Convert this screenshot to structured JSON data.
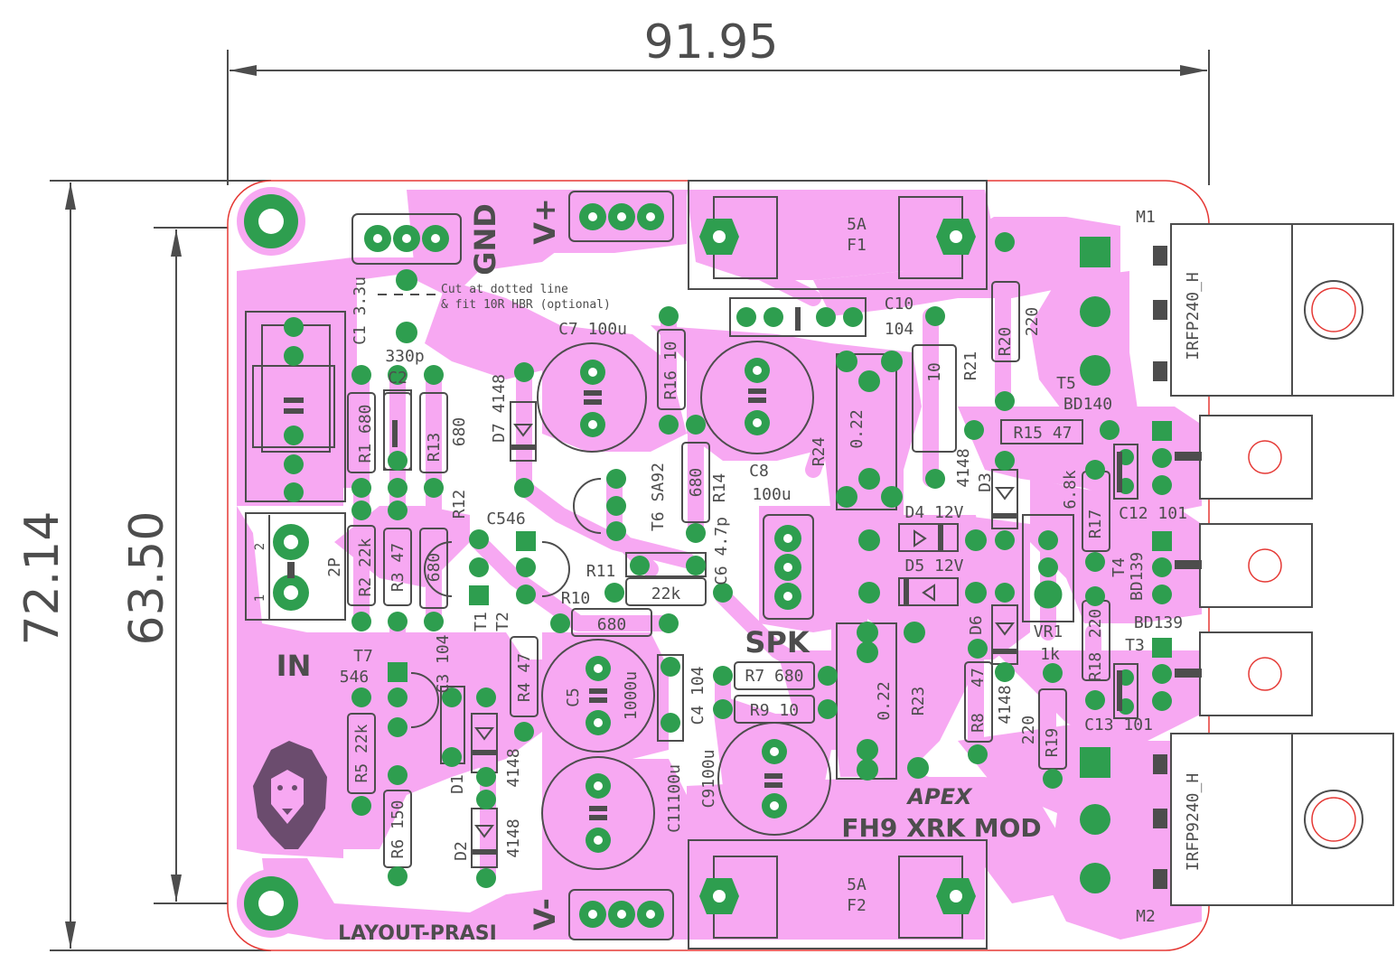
{
  "dimensions": {
    "width": "91.95",
    "height_outer": "72.14",
    "height_inner": "63.50"
  },
  "connectors": {
    "gnd": "GND",
    "vplus": "V+",
    "vminus": "V-",
    "spk": "SPK",
    "input": "IN",
    "input_pins": "2P",
    "pin1": "1",
    "pin2": "2"
  },
  "notes": {
    "cut_line1": "Cut at dotted line",
    "cut_line2": "& fit 10R HBR (optional)"
  },
  "fuses": [
    {
      "ref": "F1",
      "value": "5A"
    },
    {
      "ref": "F2",
      "value": "5A"
    }
  ],
  "branding": {
    "logo_text": "APEX",
    "board_name": "FH9 XRK MOD",
    "credit": "LAYOUT-PRASI"
  },
  "mosfets": [
    {
      "ref": "M1",
      "part": "IRFP240_H"
    },
    {
      "ref": "M2",
      "part": "IRFP9240_H"
    }
  ],
  "transistors": [
    {
      "ref": "T5",
      "part": "BD140"
    },
    {
      "ref": "T4",
      "part": "BD139"
    },
    {
      "ref": "T3",
      "part": "BD139"
    },
    {
      "ref": "T6",
      "part": "SA92"
    },
    {
      "ref": "T7",
      "part": "546"
    },
    {
      "ref": "T1",
      "part": ""
    },
    {
      "ref": "T2",
      "part": ""
    },
    {
      "ref": "C546",
      "part": ""
    }
  ],
  "capacitors": {
    "c1": "C1 3.3u",
    "c2_val": "330p",
    "c2": "C2",
    "c3": "C3 104",
    "c4": "C4 104",
    "c5": "C5",
    "c5_val": "1000u",
    "c6": "C6 4.7p",
    "c7": "C7 100u",
    "c8": "C8",
    "c8_val": "100u",
    "c9": "C9100u",
    "c10": "C10",
    "c10_val": "104",
    "c11": "C11100u",
    "c12": "C12 101",
    "c13": "C13 101"
  },
  "resistors": {
    "r1": "R1 680",
    "r2": "R2 22k",
    "r3": "R3 47",
    "r4": "R4 47",
    "r5": "R5 22k",
    "r6": "R6 150",
    "r7": "R7 680",
    "r8": "R8",
    "r8_val": "47",
    "r9": "R9 10",
    "r10": "R10",
    "r10_val": "680",
    "r11": "R11",
    "r11_val": "22k",
    "r12": "R12",
    "r12_val": "680",
    "r13": "R13",
    "r13_val": "680",
    "r14": "R14",
    "r14_val": "680",
    "r15": "R15 47",
    "r16": "R16 10",
    "r17": "R17",
    "r17_val": "6.8k",
    "r18": "R18",
    "r18_val": "220",
    "r19": "R19",
    "r19_val": "220",
    "r20": "R20",
    "r20_val": "220",
    "r21": "R21",
    "r21_val": "10",
    "r23": "R23",
    "r23_val": "0.22",
    "r24": "R24",
    "r24_val": "0.22"
  },
  "diodes": {
    "d1": "D1",
    "d1_val": "4148",
    "d2": "D2",
    "d2_val": "4148",
    "d3": "D3",
    "d3_val": "4148",
    "d4": "D4 12V",
    "d5": "D5 12V",
    "d6": "D6",
    "d6_val": "4148",
    "d7": "D7 4148"
  },
  "trimmer": {
    "ref": "VR1",
    "value": "1k"
  },
  "colors": {
    "copper": "#f7a8f2",
    "pad": "#2e9e4f",
    "silkscreen": "#4d4d4d",
    "outline": "#e53935"
  }
}
